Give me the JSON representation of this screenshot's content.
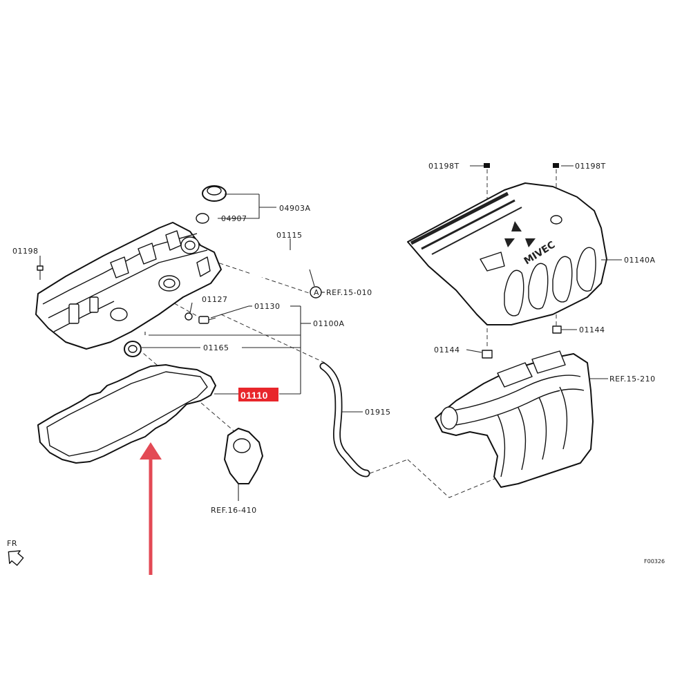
{
  "callouts": {
    "c01198": "01198",
    "c04903a": "04903A",
    "c04907": "04907",
    "c01115": "01115",
    "cref15010": "REF.15-010",
    "circleA": "A",
    "c01127": "01127",
    "c01130": "01130",
    "c01100a": "01100A",
    "c01165": "01165",
    "c01110": "01110",
    "c01915": "01915",
    "cref16410": "REF.16-410",
    "c01198t_left": "01198T",
    "c01198t_right": "01198T",
    "c01140a": "01140A",
    "c01144_right": "01144",
    "c01144_left": "01144",
    "cref15210": "REF.15-210",
    "fr": "FR",
    "figcode": "F00326"
  },
  "logo_text": "MIVEC",
  "colors": {
    "highlight": "#e8262b",
    "arrow": "#e34a55",
    "line": "#222222"
  }
}
